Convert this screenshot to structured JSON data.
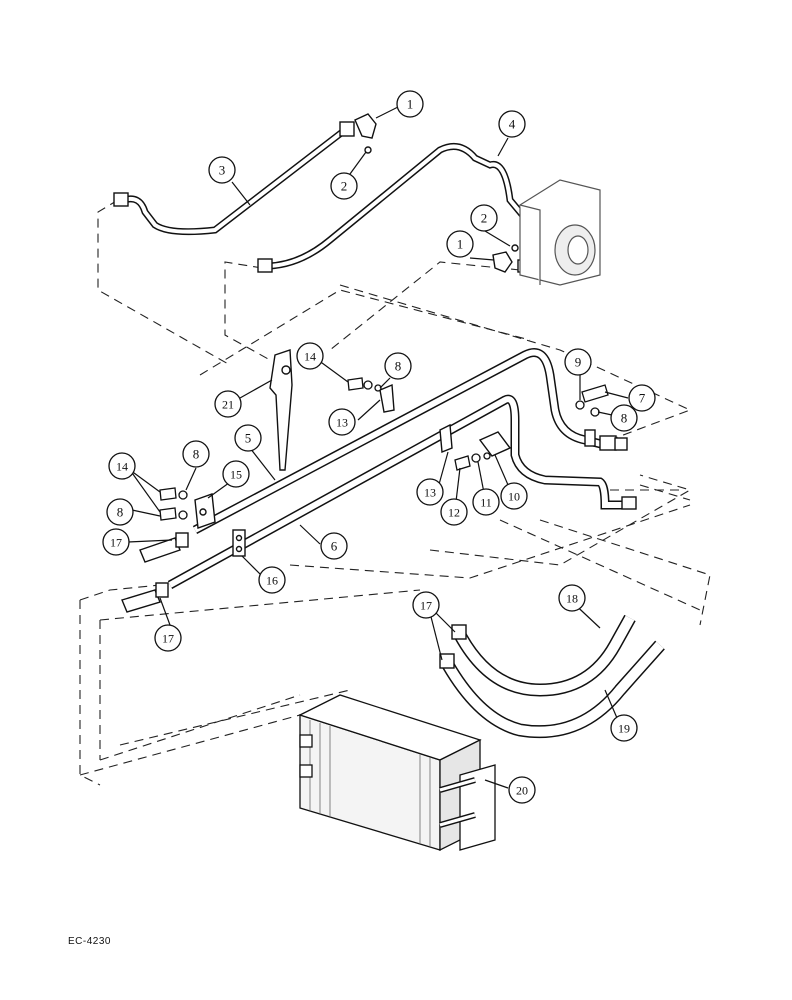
{
  "ref_code": "EC-4230",
  "callouts": [
    {
      "id": "c1a",
      "label": "1"
    },
    {
      "id": "c2a",
      "label": "2"
    },
    {
      "id": "c3",
      "label": "3"
    },
    {
      "id": "c4",
      "label": "4"
    },
    {
      "id": "c2b",
      "label": "2"
    },
    {
      "id": "c1b",
      "label": "1"
    },
    {
      "id": "c14a",
      "label": "14"
    },
    {
      "id": "c8a",
      "label": "8"
    },
    {
      "id": "c21",
      "label": "21"
    },
    {
      "id": "c13a",
      "label": "13"
    },
    {
      "id": "c9",
      "label": "9"
    },
    {
      "id": "c7",
      "label": "7"
    },
    {
      "id": "c8b",
      "label": "8"
    },
    {
      "id": "c5",
      "label": "5"
    },
    {
      "id": "c14b",
      "label": "14"
    },
    {
      "id": "c8c",
      "label": "8"
    },
    {
      "id": "c15",
      "label": "15"
    },
    {
      "id": "c8d",
      "label": "8"
    },
    {
      "id": "c17a",
      "label": "17"
    },
    {
      "id": "c6",
      "label": "6"
    },
    {
      "id": "c16",
      "label": "16"
    },
    {
      "id": "c17b",
      "label": "17"
    },
    {
      "id": "c13b",
      "label": "13"
    },
    {
      "id": "c12",
      "label": "12"
    },
    {
      "id": "c11",
      "label": "11"
    },
    {
      "id": "c10",
      "label": "10"
    },
    {
      "id": "c17c",
      "label": "17"
    },
    {
      "id": "c18",
      "label": "18"
    },
    {
      "id": "c19",
      "label": "19"
    },
    {
      "id": "c20",
      "label": "20"
    }
  ]
}
